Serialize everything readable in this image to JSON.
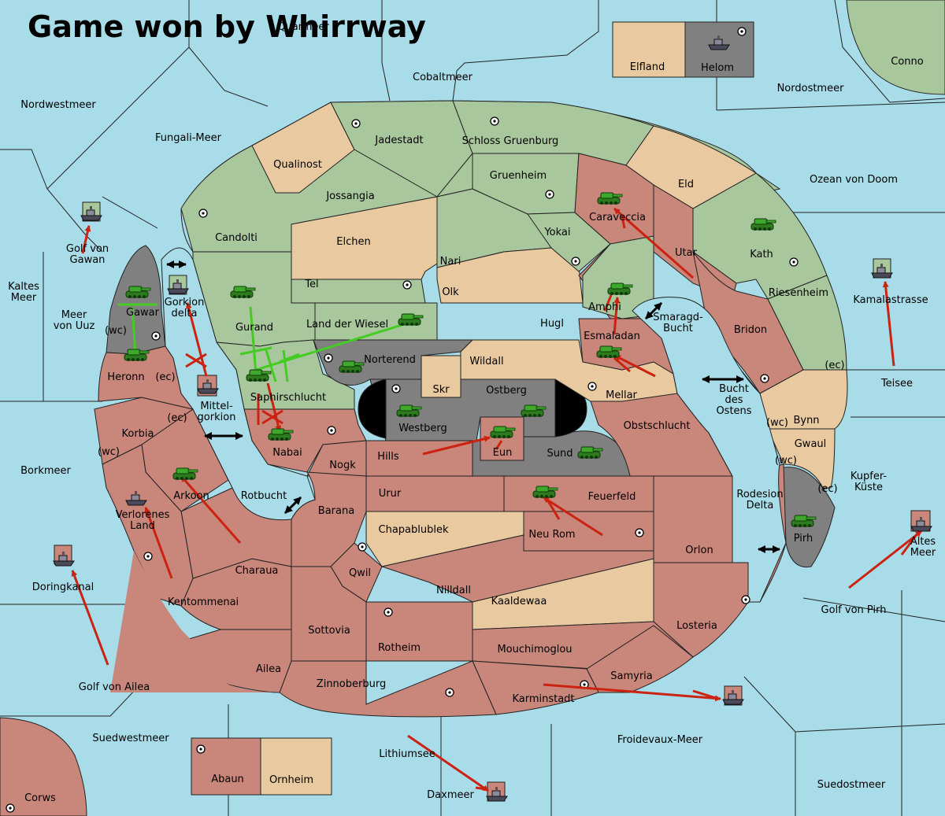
{
  "title": "Game won by Whirrway",
  "colors": {
    "sea": "#a8dce8",
    "green": "#a9c79c",
    "tan": "#e8c9a0",
    "red": "#c9867a",
    "grey": "#808080",
    "order_support": "#44cc22",
    "order_move": "#cc2211"
  },
  "icons": {
    "army": "green-tank-icon",
    "fleet": "grey-ship-icon",
    "supply": "supply-center-icon"
  },
  "territories": {
    "elfland": "Elfland",
    "helom": "Helom",
    "conno": "Conno",
    "quarmeer": "Quarmeer",
    "cobaltmeer": "Cobaltmeer",
    "nordwestmeer": "Nordwestmeer",
    "nordostmeer": "Nordostmeer",
    "fungali": "Fungali-Meer",
    "jadestadt": "Jadestadt",
    "schloss": "Schloss Gruenburg",
    "qualinost": "Qualinost",
    "gruenheim": "Gruenheim",
    "eld": "Eld",
    "ozean": "Ozean von Doom",
    "jossangia": "Jossangia",
    "caraveccia": "Caraveccia",
    "candolti": "Candolti",
    "elchen": "Elchen",
    "yokai": "Yokai",
    "utar": "Utar",
    "kath": "Kath",
    "golf_gawan": "Golf von\nGawan",
    "nari": "Nari",
    "kaltes": "Kaltes\nMeer",
    "tel": "Tel",
    "olk": "Olk",
    "amphi": "Amphi",
    "riesenheim": "Riesenheim",
    "kamalastrasse": "Kamalastrasse",
    "gawar": "Gawar",
    "gorkion_delta": "Gorkion\ndelta",
    "gurand": "Gurand",
    "land_wiesel": "Land der Wiesel",
    "hugl": "Hugl",
    "smaragd": "Smaragd-\nBucht",
    "meer_uuz": "Meer\nvon Uuz",
    "wc": "(wc)",
    "ec": "(ec)",
    "bridon": "Bridon",
    "esmaladan": "Esmaladan",
    "heronn": "Heronn",
    "norterend": "Norterend",
    "wildall": "Wildall",
    "teisee": "Teisee",
    "skr": "Skr",
    "ostberg": "Ostberg",
    "mellar": "Mellar",
    "saphir": "Saphirschlucht",
    "mittelgorkion": "Mittel-\ngorkion",
    "bucht_ostens": "Bucht\ndes\nOstens",
    "bynn": "Bynn",
    "korbia": "Korbia",
    "westberg": "Westberg",
    "obstschlucht": "Obstschlucht",
    "nabai": "Nabai",
    "eun": "Eun",
    "gwaul": "Gwaul",
    "hills": "Hills",
    "sund": "Sund",
    "borkmeer": "Borkmeer",
    "nogk": "Nogk",
    "kupfer": "Kupfer-\nKüste",
    "arkoon": "Arkoon",
    "rotbucht": "Rotbucht",
    "urur": "Urur",
    "feuerfeld": "Feuerfeld",
    "rodesion": "Rodesion\nDelta",
    "verlorenes": "Verlorenes\nLand",
    "barana": "Barana",
    "chapablublek": "Chapablublek",
    "neu_rom": "Neu Rom",
    "pirh": "Pirh",
    "altes": "Altes\nMeer",
    "orlon": "Orlon",
    "charaua": "Charaua",
    "doringkanal": "Doringkanal",
    "qwil": "Qwil",
    "nilldall": "Nilldall",
    "kaaldewaa": "Kaaldewaa",
    "kentommenai": "Kentommenai",
    "golf_pirh": "Golf von Pirh",
    "losteria": "Losteria",
    "sottovia": "Sottovia",
    "rotheim": "Rotheim",
    "mouchimoglou": "Mouchimoglou",
    "ailea": "Ailea",
    "samyria": "Samyria",
    "golf_ailea": "Golf von Ailea",
    "zinnoberburg": "Zinnoberburg",
    "karminstadt": "Karminstadt",
    "suedwestmeer": "Suedwestmeer",
    "froidevaux": "Froidevaux-Meer",
    "lithiumsee": "Lithiumsee",
    "abaun": "Abaun",
    "ornheim": "Ornheim",
    "suedostmeer": "Suedostmeer",
    "daxmeer": "Daxmeer",
    "corws": "Corws"
  }
}
